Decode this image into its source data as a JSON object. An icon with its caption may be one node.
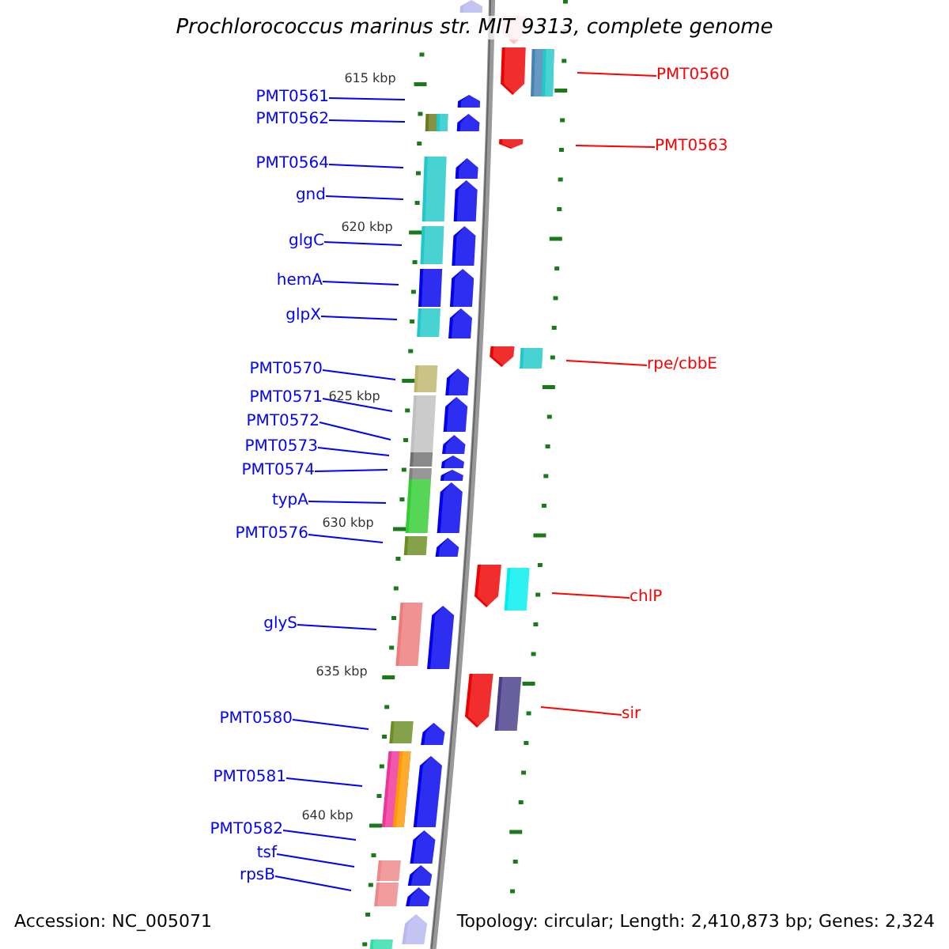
{
  "diagram": {
    "title": "Prochlorococcus marinus str. MIT 9313, complete genome",
    "nodes": [
      {
        "text": [
          "PMT0560"
        ]
      },
      {
        "text": [
          "PMT0561"
        ]
      },
      {
        "text": [
          "PMT0562"
        ]
      },
      {
        "text": [
          "PMT0563"
        ]
      },
      {
        "text": [
          "PMT0564"
        ]
      },
      {
        "text": [
          "gnd"
        ]
      },
      {
        "text": [
          "glgC"
        ]
      },
      {
        "text": [
          "hemA"
        ]
      },
      {
        "text": [
          "glpX"
        ]
      },
      {
        "text": [
          "rpe/cbbE"
        ]
      },
      {
        "text": [
          "PMT0570"
        ]
      },
      {
        "text": [
          "PMT0571"
        ]
      },
      {
        "text": [
          "PMT0572"
        ]
      },
      {
        "text": [
          "PMT0573"
        ]
      },
      {
        "text": [
          "PMT0574"
        ]
      },
      {
        "text": [
          "typA"
        ]
      },
      {
        "text": [
          "PMT0576"
        ]
      },
      {
        "text": [
          "chlP"
        ]
      },
      {
        "text": [
          "glyS"
        ]
      },
      {
        "text": [
          "sir"
        ]
      },
      {
        "text": [
          "PMT0580"
        ]
      },
      {
        "text": [
          "PMT0581"
        ]
      },
      {
        "text": [
          "PMT0582"
        ]
      },
      {
        "text": [
          "tsf"
        ]
      },
      {
        "text": [
          "rpsB"
        ]
      }
    ],
    "edges": [
      {
        "from": 0,
        "to": null,
        "arrow": "none",
        "color": "#ff0000"
      },
      {
        "from": 1,
        "to": null,
        "arrow": "none"
      },
      {
        "from": 2,
        "to": null,
        "arrow": "none"
      },
      {
        "from": 3,
        "to": null,
        "arrow": "none",
        "color": "#ff0000"
      },
      {
        "from": 4,
        "to": null,
        "arrow": "none"
      },
      {
        "from": 5,
        "to": null,
        "arrow": "none"
      },
      {
        "from": 6,
        "to": null,
        "arrow": "none"
      },
      {
        "from": 7,
        "to": null,
        "arrow": "none"
      },
      {
        "from": 8,
        "to": null,
        "arrow": "none"
      },
      {
        "from": 9,
        "to": null,
        "arrow": "none",
        "color": "#ff0000"
      },
      {
        "from": 10,
        "to": null,
        "arrow": "none"
      },
      {
        "from": 11,
        "to": null,
        "arrow": "none"
      },
      {
        "from": 12,
        "to": null,
        "arrow": "none"
      },
      {
        "from": 13,
        "to": null,
        "arrow": "none"
      },
      {
        "from": 14,
        "to": null,
        "arrow": "none"
      },
      {
        "from": 15,
        "to": null,
        "arrow": "none"
      },
      {
        "from": 16,
        "to": null,
        "arrow": "none"
      },
      {
        "from": 17,
        "to": null,
        "arrow": "none",
        "color": "#ff0000"
      },
      {
        "from": 18,
        "to": null,
        "arrow": "none"
      },
      {
        "from": 19,
        "to": null,
        "arrow": "none",
        "color": "#ff0000"
      },
      {
        "from": 20,
        "to": null,
        "arrow": "none"
      },
      {
        "from": 21,
        "to": null,
        "arrow": "none"
      },
      {
        "from": 22,
        "to": null,
        "arrow": "none"
      },
      {
        "from": 23,
        "to": null,
        "arrow": "none"
      },
      {
        "from": 24,
        "to": null,
        "arrow": "none"
      }
    ],
    "labels": [
      "615 kbp",
      "620 kbp",
      "625 kbp",
      "630 kbp",
      "635 kbp",
      "640 kbp",
      "Accession: NC_005071",
      "Topology: circular; Length: 2,410,873 bp; Genes: 2,324"
    ]
  }
}
